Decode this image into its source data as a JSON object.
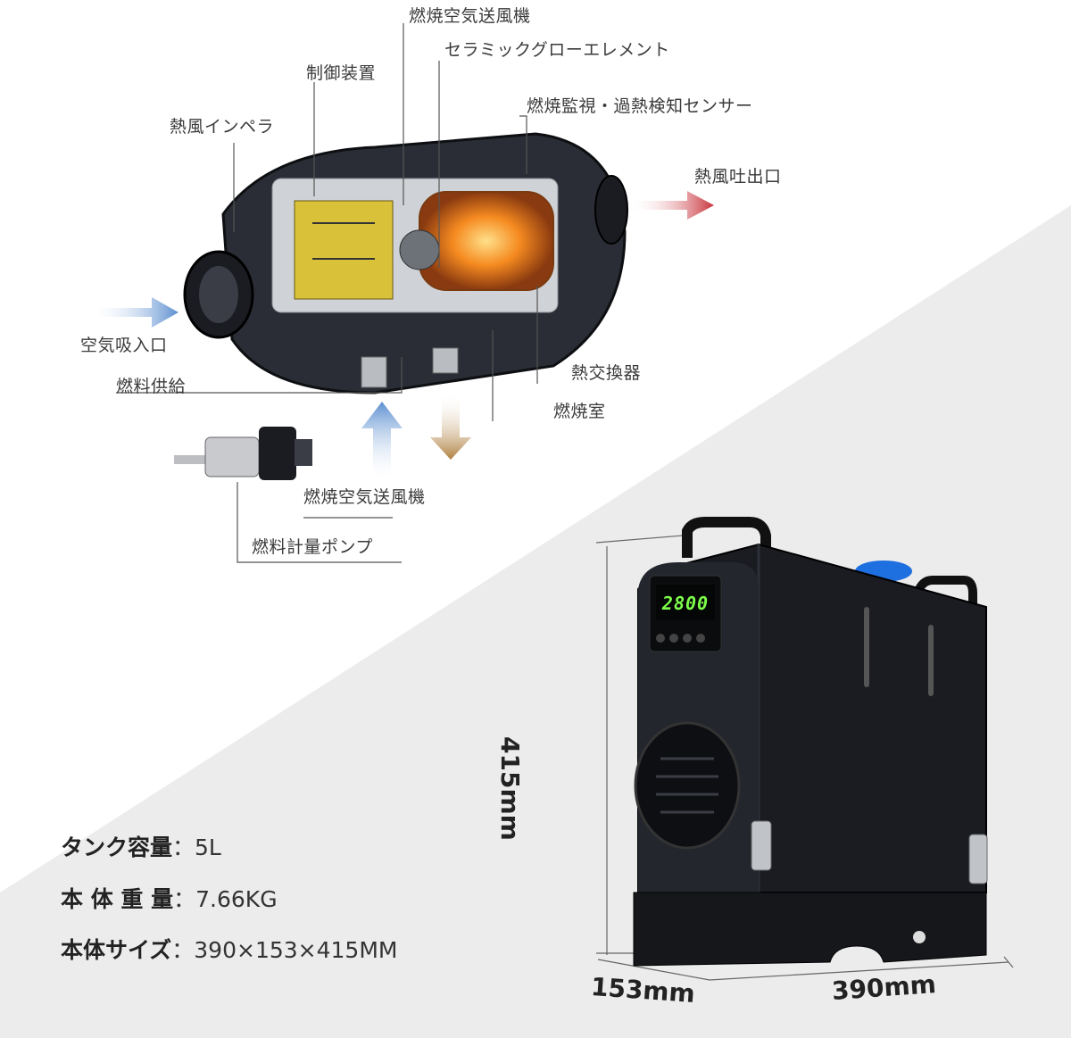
{
  "diagram": {
    "labels": {
      "combustion_air_blower_top": "燃焼空気送風機",
      "ceramic_glow_element": "セラミックグローエレメント",
      "control_unit": "制御装置",
      "combustion_sensor": "燃焼監視・過熱検知センサー",
      "hot_air_impeller": "熱風インペラ",
      "hot_air_outlet": "熱風吐出口",
      "air_inlet": "空気吸入口",
      "fuel_supply": "燃料供給",
      "heat_exchanger": "熱交換器",
      "combustion_chamber": "燃焼室",
      "combustion_air_blower_bottom": "燃焼空気送風機",
      "fuel_metering_pump": "燃料計量ポンプ"
    }
  },
  "product": {
    "display_reading": "2800",
    "dim_height": "415mm",
    "dim_depth": "153mm",
    "dim_width": "390mm"
  },
  "specs": [
    {
      "key": "タンク容量",
      "sep": "：",
      "value": "5L"
    },
    {
      "key": "本 体 重 量",
      "sep": "：",
      "value": "7.66KG"
    },
    {
      "key": "本体サイズ",
      "sep": "：",
      "value": "390×153×415MM"
    }
  ],
  "colors": {
    "background_wedge": "#ececec",
    "heater_body": "#1a1c22",
    "flame": "#f07a1a",
    "display_digits": "#7dff4a",
    "tank_cap": "#1e6fe0",
    "accent_yellow": "#f5c400",
    "arrow_blue": "#5d8fd0",
    "arrow_red": "#c8323a",
    "arrow_brown": "#b08040"
  }
}
